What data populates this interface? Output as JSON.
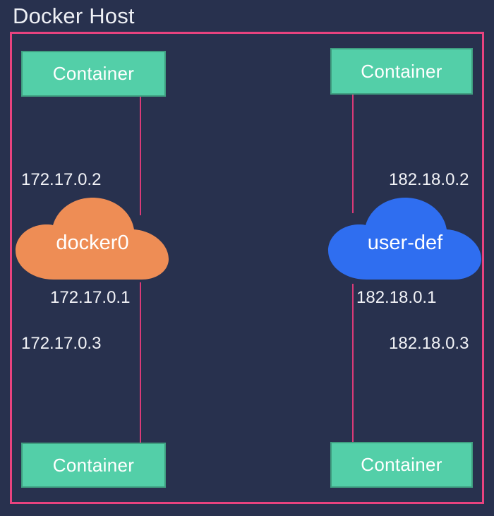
{
  "diagram": {
    "title": "Docker Host",
    "background_color": "#28314e",
    "boundary_color": "#e8437f",
    "connector_color": "#d93a77"
  },
  "containers": [
    {
      "label": "Container",
      "position": "top-left",
      "fill": "#53cfa8"
    },
    {
      "label": "Container",
      "position": "top-right",
      "fill": "#53cfa8"
    },
    {
      "label": "Container",
      "position": "bottom-left",
      "fill": "#53cfa8"
    },
    {
      "label": "Container",
      "position": "bottom-right",
      "fill": "#53cfa8"
    }
  ],
  "networks": [
    {
      "name": "docker0",
      "color": "#ee8d55",
      "gateway_ip": "172.17.0.1",
      "container_ips": [
        "172.17.0.2",
        "172.17.0.3"
      ]
    },
    {
      "name": "user-def",
      "color": "#2f6ef0",
      "gateway_ip": "182.18.0.1",
      "container_ips": [
        "182.18.0.2",
        "182.18.0.3"
      ]
    }
  ],
  "labels": {
    "left_top_ip": "172.17.0.2",
    "left_gateway_ip": "172.17.0.1",
    "left_bottom_ip": "172.17.0.3",
    "right_top_ip": "182.18.0.2",
    "right_gateway_ip": "182.18.0.1",
    "right_bottom_ip": "182.18.0.3"
  }
}
